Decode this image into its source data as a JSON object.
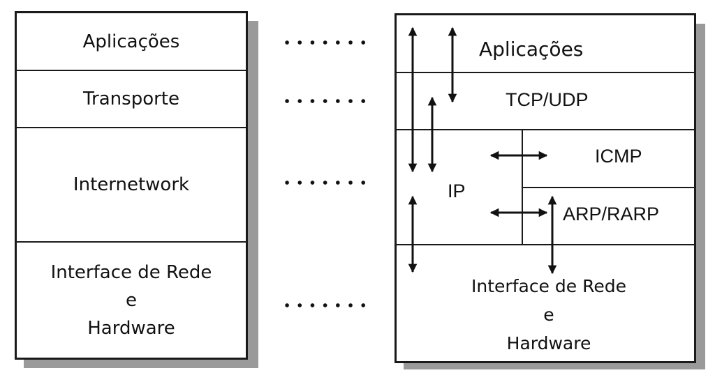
{
  "left_stack": {
    "layers": [
      {
        "lines": [
          "Aplicações"
        ]
      },
      {
        "lines": [
          "Transporte"
        ]
      },
      {
        "lines": [
          "Internetwork"
        ]
      },
      {
        "lines": [
          "Interface de Rede",
          "e",
          "Hardware"
        ]
      }
    ]
  },
  "right_stack": {
    "applications": "Aplicações",
    "transport": "TCP/UDP",
    "icmp": "ICMP",
    "ip": "IP",
    "arp": "ARP/RARP",
    "hardware_lines": [
      "Interface de Rede",
      "e",
      "Hardware"
    ]
  },
  "colors": {
    "line": "#1a1a1a",
    "shadow": "#9a9a9a",
    "background": "#ffffff"
  }
}
